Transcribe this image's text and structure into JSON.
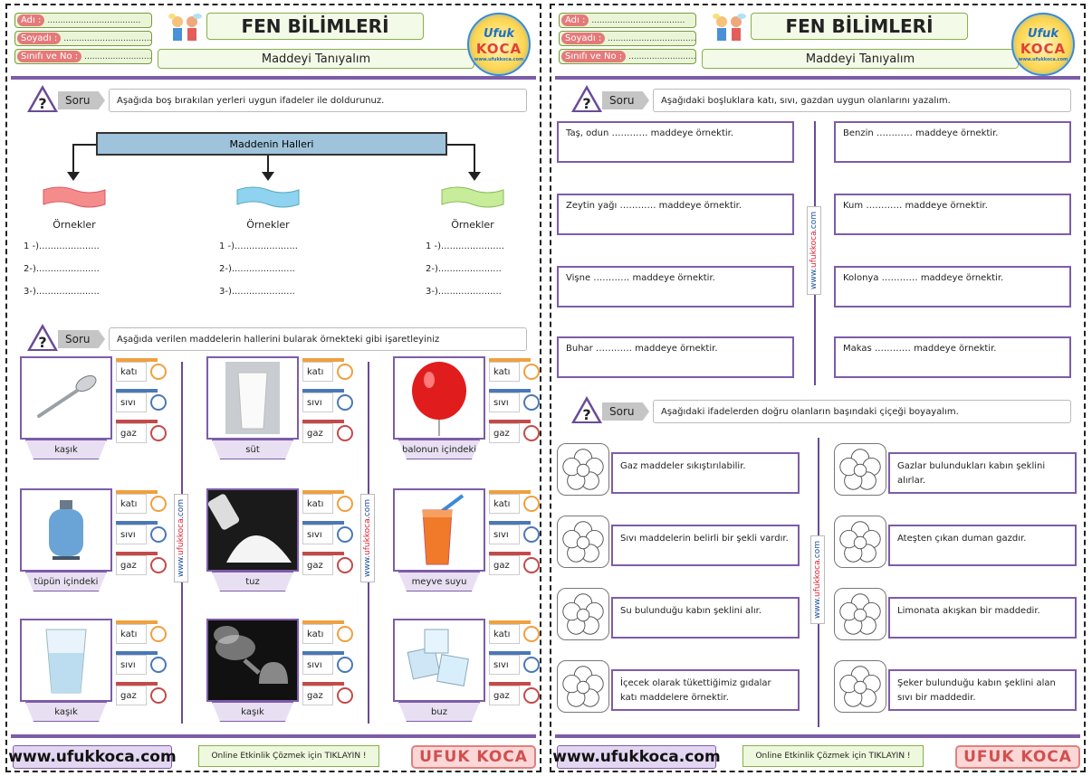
{
  "header": {
    "name_label": "Adı :",
    "surname_label": "Soyadı :",
    "class_label": "Sınıfı ve No :",
    "name_dots": "....................................",
    "surname_dots": ".........................................",
    "class_dots": "...............................",
    "title": "FEN BİLİMLERİ",
    "subtitle": "Maddeyi Tanıyalım",
    "logo_line1": "Ufuk",
    "logo_line2": "KOCA",
    "logo_line3": "www.ufukkoca.com"
  },
  "left": {
    "q1": {
      "tag": "Soru",
      "text": "Aşağıda boş bırakılan yerleri uygun ifadeler ile doldurunuz.",
      "box_title": "Maddenin Halleri",
      "columns": [
        {
          "heading": "Örnekler",
          "lines": [
            "1 -).....................",
            "2-)......................",
            "3-)......................"
          ],
          "color": "#f58c8c"
        },
        {
          "heading": "Örnekler",
          "lines": [
            "1 -)......................",
            "2-)......................",
            "3-)......................"
          ],
          "color": "#8fd3f0"
        },
        {
          "heading": "Örnekler",
          "lines": [
            "1 -)......................",
            "2-)......................",
            "3-)......................"
          ],
          "color": "#c7ec9a"
        }
      ]
    },
    "q2": {
      "tag": "Soru",
      "text": "Aşağıda verilen maddelerin hallerini bularak örnekteki gibi işaretleyiniz",
      "options": [
        "katı",
        "sıvı",
        "gaz"
      ],
      "items": [
        {
          "label": "kaşık",
          "icon": "spoon-icon"
        },
        {
          "label": "süt",
          "icon": "milk-glass-icon"
        },
        {
          "label": "balonun içindeki",
          "icon": "balloon-icon"
        },
        {
          "label": "tüpün içindeki",
          "icon": "gas-cylinder-icon"
        },
        {
          "label": "tuz",
          "icon": "salt-icon"
        },
        {
          "label": "meyve suyu",
          "icon": "juice-icon"
        },
        {
          "label": "kaşık",
          "icon": "water-glass-icon"
        },
        {
          "label": "kaşık",
          "icon": "steaming-kettle-icon"
        },
        {
          "label": "buz",
          "icon": "ice-cubes-icon"
        }
      ]
    },
    "vertical_site_a": "www.",
    "vertical_site_b": "ufukkoca",
    "vertical_site_c": ".com"
  },
  "right": {
    "q1": {
      "tag": "Soru",
      "text": "Aşağıdaki boşluklara katı, sıvı, gazdan uygun olanlarını yazalım.",
      "left_items": [
        "Taş, odun ………… maddeye örnektir.",
        "Zeytin yağı ………… maddeye örnektir.",
        "Vişne ………… maddeye örnektir.",
        "Buhar ………… maddeye örnektir."
      ],
      "right_items": [
        "Benzin ………… maddeye örnektir.",
        "Kum ………… maddeye örnektir.",
        "Kolonya ………… maddeye örnektir.",
        "Makas ………… maddeye örnektir."
      ]
    },
    "q2": {
      "tag": "Soru",
      "text": "Aşağıdaki ifadelerden doğru olanların başındaki çiçeği boyayalım.",
      "left_items": [
        "Gaz maddeler sıkıştırılabilir.",
        "Sıvı maddelerin belirli bir şekli vardır.",
        "Su bulunduğu kabın şeklini alır.",
        "İçecek olarak tükettiğimiz gıdalar katı maddelere örnektir."
      ],
      "right_items": [
        "Gazlar bulundukları kabın şeklini alırlar.",
        "Ateşten çıkan duman gazdır.",
        "Limonata akışkan bir maddedir.",
        "Şeker bulunduğu kabın şeklini alan sıvı bir maddedir."
      ]
    }
  },
  "footer": {
    "site": "www.ufukkoca.com",
    "online": "Online Etkinlik Çözmek için TIKLAYIN !",
    "brand": "UFUK KOCA"
  }
}
